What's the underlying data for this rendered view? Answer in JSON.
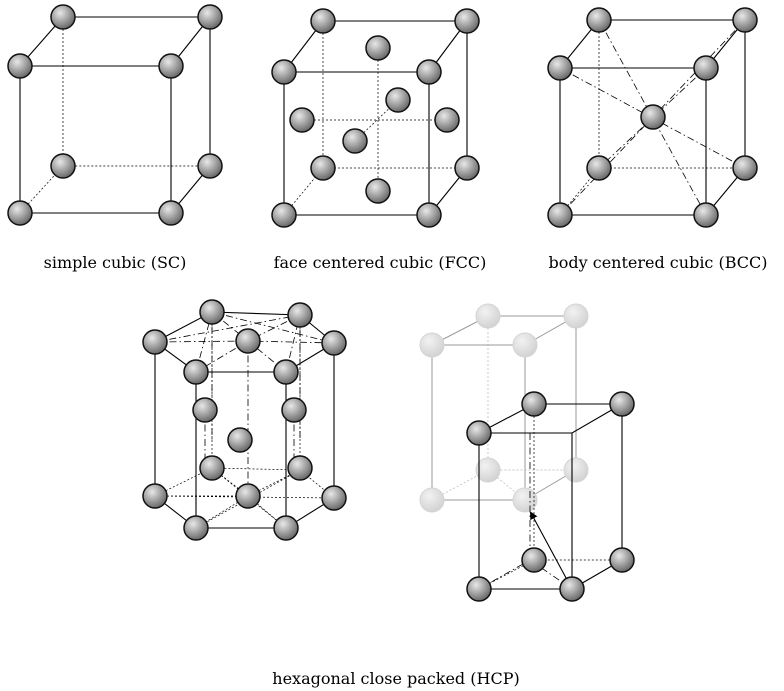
{
  "panels": [
    {
      "key": "sc",
      "caption": "simple cubic (SC)"
    },
    {
      "key": "fcc",
      "caption": "face centered cubic (FCC)"
    },
    {
      "key": "bcc",
      "caption": "body centered cubic (BCC)"
    }
  ],
  "hcp_caption": "hexagonal close packed (HCP)"
}
